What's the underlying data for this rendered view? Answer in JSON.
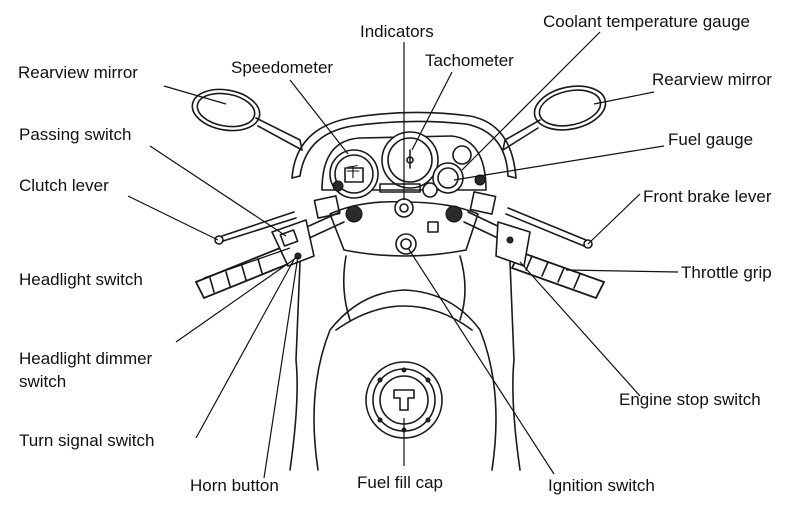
{
  "labels": {
    "indicators": "Indicators",
    "coolant_temperature_gauge": "Coolant temperature gauge",
    "speedometer": "Speedometer",
    "tachometer": "Tachometer",
    "rearview_mirror_left": "Rearview mirror",
    "rearview_mirror_right": "Rearview mirror",
    "passing_switch": "Passing switch",
    "fuel_gauge": "Fuel gauge",
    "clutch_lever": "Clutch lever",
    "front_brake_lever": "Front brake lever",
    "headlight_switch": "Headlight switch",
    "throttle_grip": "Throttle grip",
    "headlight_dimmer_switch_line1": "Headlight dimmer",
    "headlight_dimmer_switch_line2": "switch",
    "engine_stop_switch": "Engine stop switch",
    "turn_signal_switch": "Turn signal switch",
    "horn_button": "Horn button",
    "fuel_fill_cap": "Fuel fill cap",
    "ignition_switch": "Ignition switch"
  },
  "speedometer_glyph": "千"
}
